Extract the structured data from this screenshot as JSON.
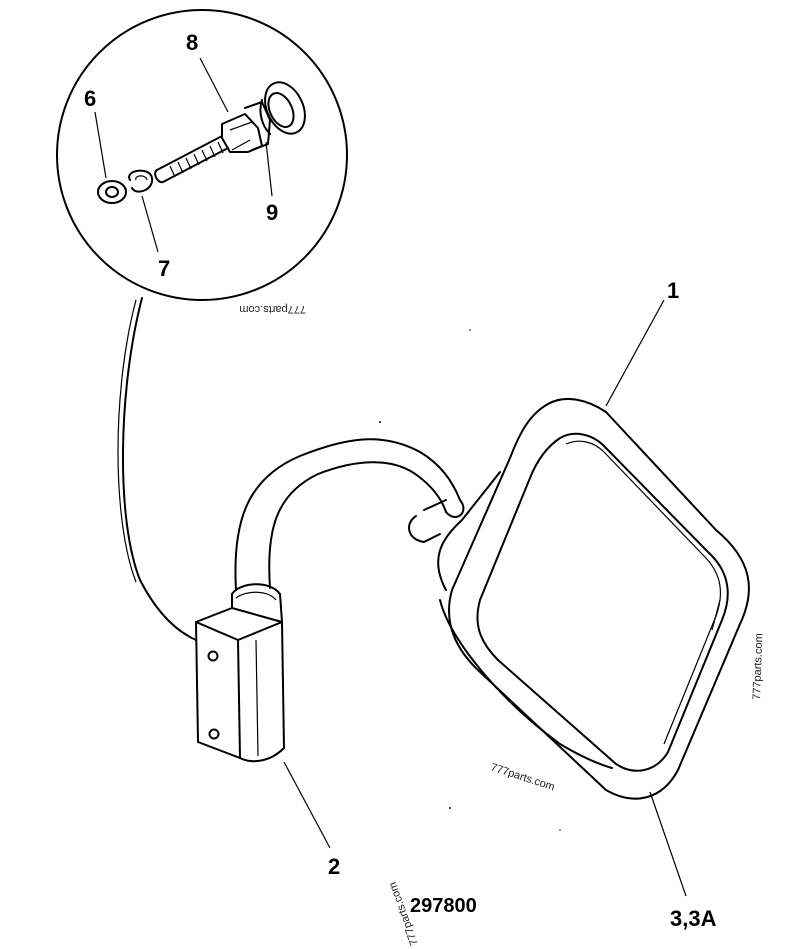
{
  "callouts": {
    "mirror_head": "1",
    "bracket": "2",
    "mirror_glass": "3,3A",
    "washer": "6",
    "spring_washer": "7",
    "bolt": "8",
    "spacer": "9"
  },
  "drawing_ref": "297800",
  "watermark": "777parts.com",
  "colors": {
    "ink": "#000000",
    "paper": "#ffffff"
  }
}
